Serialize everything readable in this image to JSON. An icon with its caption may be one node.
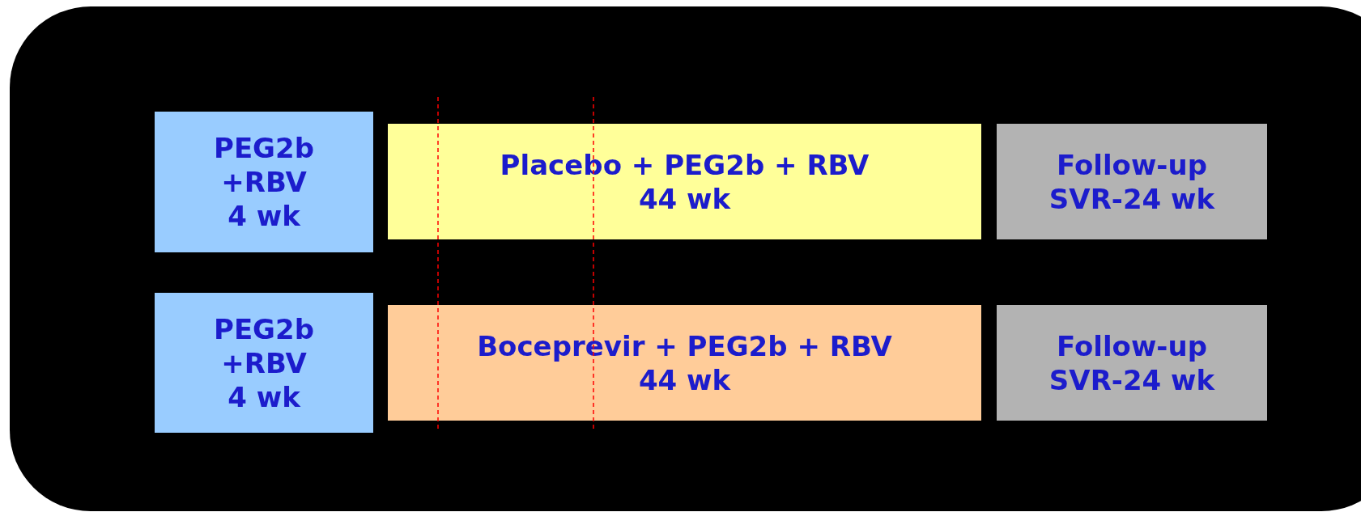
{
  "diagram": {
    "nodes": [
      {
        "text": [
          "PEG2b +RBV",
          "4 wk"
        ]
      },
      {
        "text": [
          "Placebo + PEG2b + RBV",
          "44 wk"
        ]
      },
      {
        "text": [
          "Follow-up",
          "SVR-24 wk"
        ]
      },
      {
        "text": [
          "PEG2b +RBV",
          "4 wk"
        ]
      },
      {
        "text": [
          "Boceprevir + PEG2b + RBV",
          "44 wk"
        ]
      },
      {
        "text": [
          "Follow-up",
          "SVR-24 wk"
        ]
      }
    ]
  }
}
